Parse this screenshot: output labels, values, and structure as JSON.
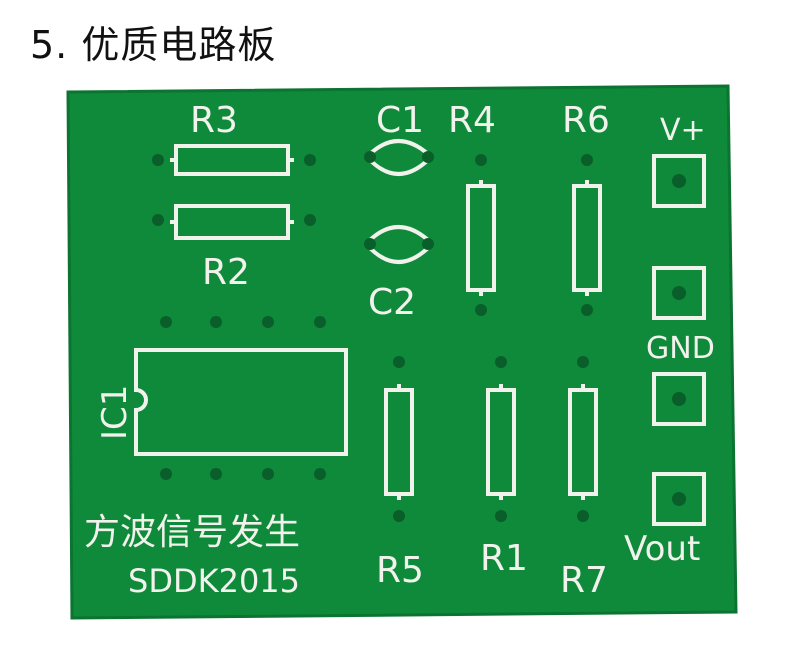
{
  "heading": "5. 优质电路板",
  "board": {
    "labels": {
      "r3": "R3",
      "r2": "R2",
      "c1": "C1",
      "c2": "C2",
      "r4": "R4",
      "r6": "R6",
      "r5": "R5",
      "r1": "R1",
      "r7": "R7",
      "ic1": "IC1",
      "vplus": "V+",
      "gnd": "GND",
      "vout": "Vout"
    },
    "title": "方波信号发生",
    "code": "SDDK2015",
    "colors": {
      "board": "#0f8a3a",
      "board_edge": "#0b7431",
      "silk": "#f2f2ec",
      "hole": "#0a5e2a"
    }
  }
}
